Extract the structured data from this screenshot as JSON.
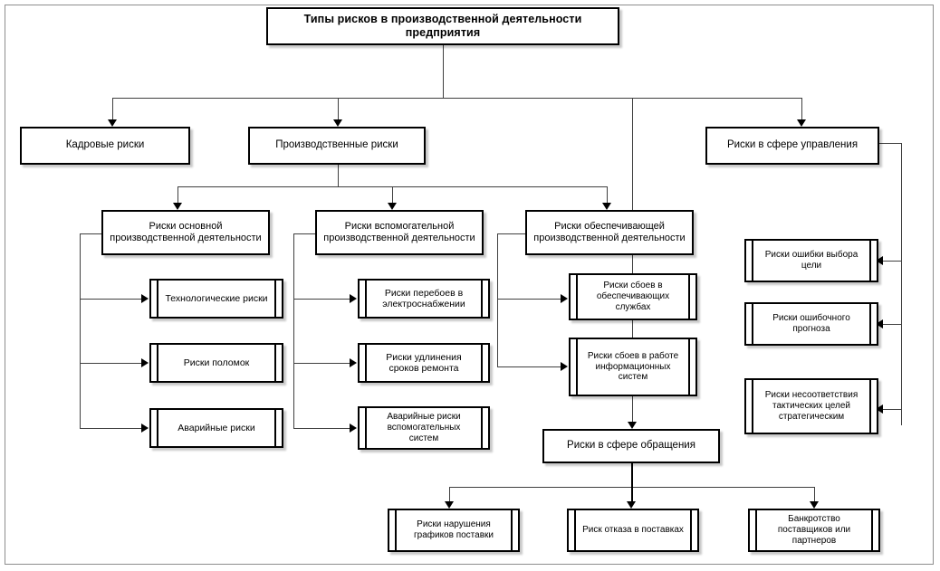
{
  "diagram": {
    "title": "Типы рисков в производственной деятельности предприятия",
    "root": {
      "label": "Типы рисков в производственной деятельности предприятия"
    },
    "level2": [
      {
        "label": "Кадровые риски"
      },
      {
        "label": "Производственные риски"
      },
      {
        "label": "Риски в сфере управления"
      }
    ],
    "level3": [
      {
        "label": "Риски основной производственной деятельности"
      },
      {
        "label": "Риски вспомогательной производственной деятельности"
      },
      {
        "label": "Риски обеспечивающей производственной деятельности"
      }
    ],
    "main_activity_risks": [
      {
        "label": "Технологические риски"
      },
      {
        "label": "Риски поломок"
      },
      {
        "label": "Аварийные риски"
      }
    ],
    "auxiliary_activity_risks": [
      {
        "label": "Риски перебоев в электроснабжении"
      },
      {
        "label": "Риски удлинения сроков ремонта"
      },
      {
        "label": "Аварийные риски вспомогательных систем"
      }
    ],
    "supporting_activity_risks": [
      {
        "label": "Риски сбоев в обеспечивающих службах"
      },
      {
        "label": "Риски сбоев в работе информационных систем"
      }
    ],
    "management_risks": [
      {
        "label": "Риски ошибки выбора цели"
      },
      {
        "label": "Риски ошибочного прогноза"
      },
      {
        "label": "Риски несоответствия тактических целей стратегическим"
      }
    ],
    "circulation": {
      "label": "Риски в сфере обращения"
    },
    "circulation_risks": [
      {
        "label": "Риски нарушения графиков поставки"
      },
      {
        "label": "Риск отказа в поставках"
      },
      {
        "label": "Банкротство поставщиков или партнеров"
      }
    ],
    "colors": {
      "box_border": "#000000",
      "connector": "#3f3f3f",
      "background": "#ffffff",
      "frame": "#8d8d8d"
    }
  }
}
